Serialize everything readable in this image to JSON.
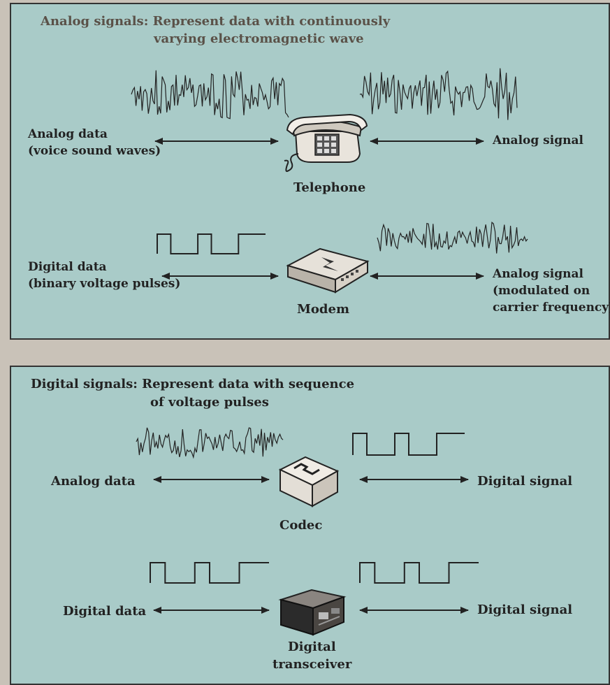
{
  "analog_section": {
    "title_line1": "Analog signals: Represent data with continuously",
    "title_line2": "varying electromagnetic wave",
    "telephone_row": {
      "left_line1": "Analog data",
      "left_line2": "(voice sound waves)",
      "device": "Telephone",
      "right": "Analog signal"
    },
    "modem_row": {
      "left_line1": "Digital data",
      "left_line2": "(binary voltage pulses)",
      "device": "Modem",
      "right_line1": "Analog signal",
      "right_line2": "(modulated on",
      "right_line3": "carrier frequency)"
    }
  },
  "digital_section": {
    "title_line1": "Digital signals: Represent data with sequence",
    "title_line2": "of voltage pulses",
    "codec_row": {
      "left": "Analog data",
      "device": "Codec",
      "right": "Digital signal"
    },
    "transceiver_row": {
      "left": "Digital data",
      "device_line1": "Digital",
      "device_line2": "transceiver",
      "right": "Digital signal"
    }
  },
  "colors": {
    "panel_background": "#a9cbc8",
    "page_background": "#c9c2b8",
    "ink": "#222222",
    "title_ink": "#5a5148"
  },
  "icons": [
    "telephone-icon",
    "modem-icon",
    "codec-icon",
    "transceiver-icon"
  ]
}
